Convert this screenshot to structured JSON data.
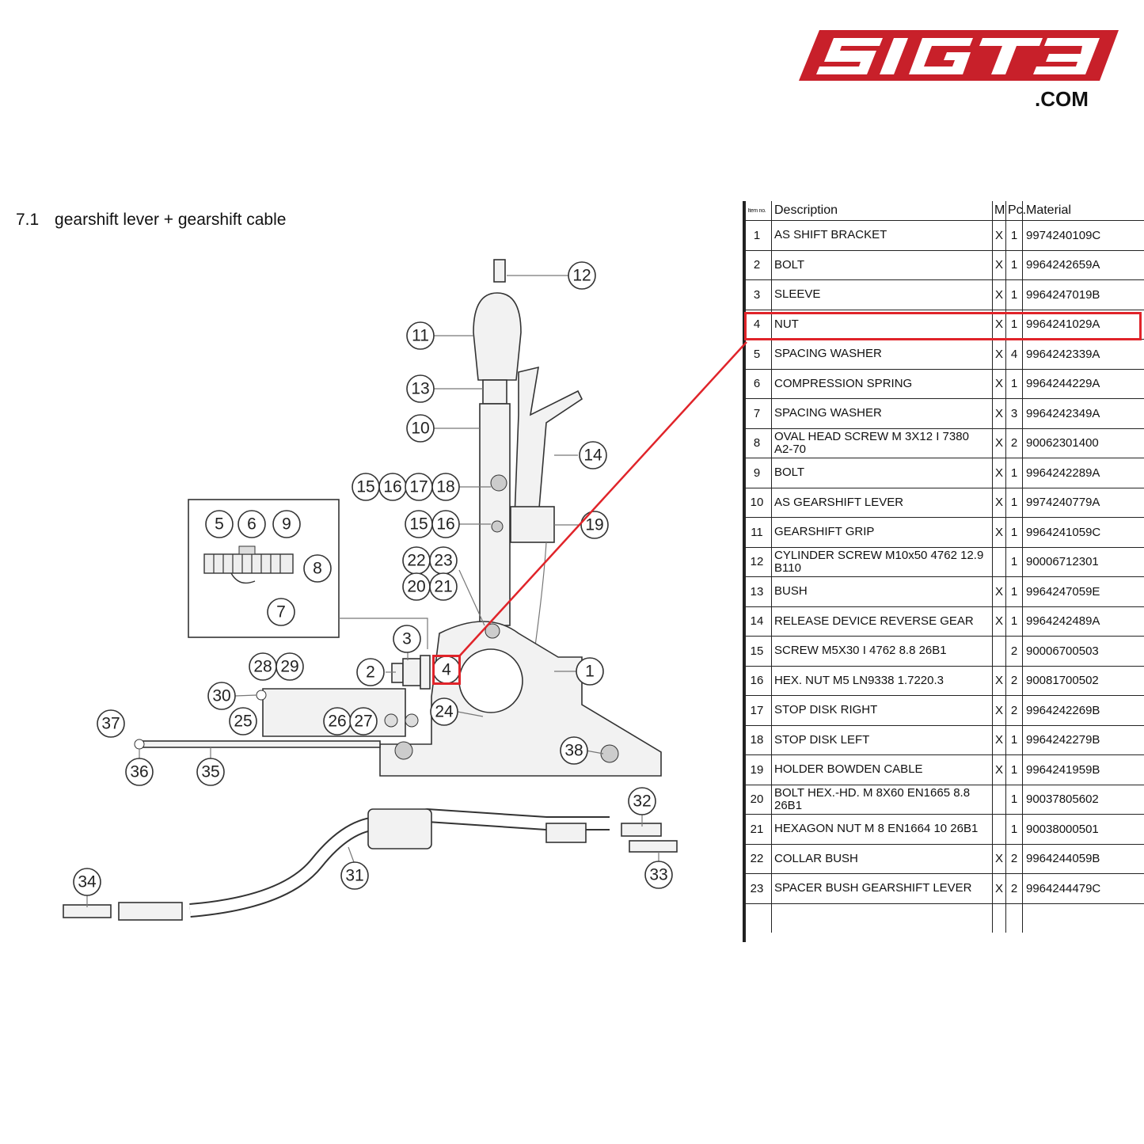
{
  "logo": {
    "text": "5IGT3",
    "suffix": ".COM",
    "color": "#c8202a"
  },
  "section": {
    "number": "7.1",
    "title": "gearshift lever + gearshift cable"
  },
  "table": {
    "headers": {
      "item": "Item no.",
      "description": "Description",
      "m": "M",
      "pc": "Pc.",
      "material": "Material"
    },
    "rows": [
      {
        "item": "1",
        "description": "AS SHIFT BRACKET",
        "m": "X",
        "pc": "1",
        "material": "9974240109C"
      },
      {
        "item": "2",
        "description": "BOLT",
        "m": "X",
        "pc": "1",
        "material": "9964242659A"
      },
      {
        "item": "3",
        "description": "SLEEVE",
        "m": "X",
        "pc": "1",
        "material": "9964247019B"
      },
      {
        "item": "4",
        "description": "NUT",
        "m": "X",
        "pc": "1",
        "material": "9964241029A"
      },
      {
        "item": "5",
        "description": "SPACING WASHER",
        "m": "X",
        "pc": "4",
        "material": "9964242339A"
      },
      {
        "item": "6",
        "description": "COMPRESSION SPRING",
        "m": "X",
        "pc": "1",
        "material": "9964244229A"
      },
      {
        "item": "7",
        "description": "SPACING WASHER",
        "m": "X",
        "pc": "3",
        "material": "9964242349A"
      },
      {
        "item": "8",
        "description": "OVAL HEAD SCREW M 3X12 I 7380 A2-70",
        "m": "X",
        "pc": "2",
        "material": "90062301400"
      },
      {
        "item": "9",
        "description": "BOLT",
        "m": "X",
        "pc": "1",
        "material": "9964242289A"
      },
      {
        "item": "10",
        "description": "AS GEARSHIFT LEVER",
        "m": "X",
        "pc": "1",
        "material": "9974240779A"
      },
      {
        "item": "11",
        "description": "GEARSHIFT GRIP",
        "m": "X",
        "pc": "1",
        "material": "9964241059C"
      },
      {
        "item": "12",
        "description": "CYLINDER SCREW M10x50 4762 12.9 B110",
        "m": "",
        "pc": "1",
        "material": "90006712301"
      },
      {
        "item": "13",
        "description": "BUSH",
        "m": "X",
        "pc": "1",
        "material": "9964247059E"
      },
      {
        "item": "14",
        "description": "RELEASE DEVICE REVERSE GEAR",
        "m": "X",
        "pc": "1",
        "material": "9964242489A"
      },
      {
        "item": "15",
        "description": "SCREW M5X30 I 4762 8.8 26B1",
        "m": "",
        "pc": "2",
        "material": "90006700503"
      },
      {
        "item": "16",
        "description": "HEX. NUT M5 LN9338 1.7220.3",
        "m": "X",
        "pc": "2",
        "material": "90081700502"
      },
      {
        "item": "17",
        "description": "STOP DISK RIGHT",
        "m": "X",
        "pc": "2",
        "material": "9964242269B"
      },
      {
        "item": "18",
        "description": "STOP DISK LEFT",
        "m": "X",
        "pc": "1",
        "material": "9964242279B"
      },
      {
        "item": "19",
        "description": "HOLDER BOWDEN CABLE",
        "m": "X",
        "pc": "1",
        "material": "9964241959B"
      },
      {
        "item": "20",
        "description": "BOLT HEX.-HD. M 8X60 EN1665 8.8 26B1",
        "m": "",
        "pc": "1",
        "material": "90037805602"
      },
      {
        "item": "21",
        "description": "HEXAGON NUT M 8 EN1664 10 26B1",
        "m": "",
        "pc": "1",
        "material": "90038000501"
      },
      {
        "item": "22",
        "description": "COLLAR BUSH",
        "m": "X",
        "pc": "2",
        "material": "9964244059B"
      },
      {
        "item": "23",
        "description": "SPACER BUSH GEARSHIFT LEVER",
        "m": "X",
        "pc": "2",
        "material": "9964244479C"
      }
    ],
    "highlighted_item": "4"
  },
  "callouts": [
    "1",
    "2",
    "3",
    "4",
    "5",
    "6",
    "7",
    "8",
    "9",
    "10",
    "11",
    "12",
    "13",
    "14",
    "15",
    "16",
    "17",
    "18",
    "15",
    "16",
    "19",
    "22",
    "23",
    "20",
    "21",
    "24",
    "25",
    "26",
    "27",
    "28",
    "29",
    "30",
    "31",
    "32",
    "33",
    "34",
    "35",
    "36",
    "37",
    "38"
  ],
  "highlight_color": "#e0242a"
}
